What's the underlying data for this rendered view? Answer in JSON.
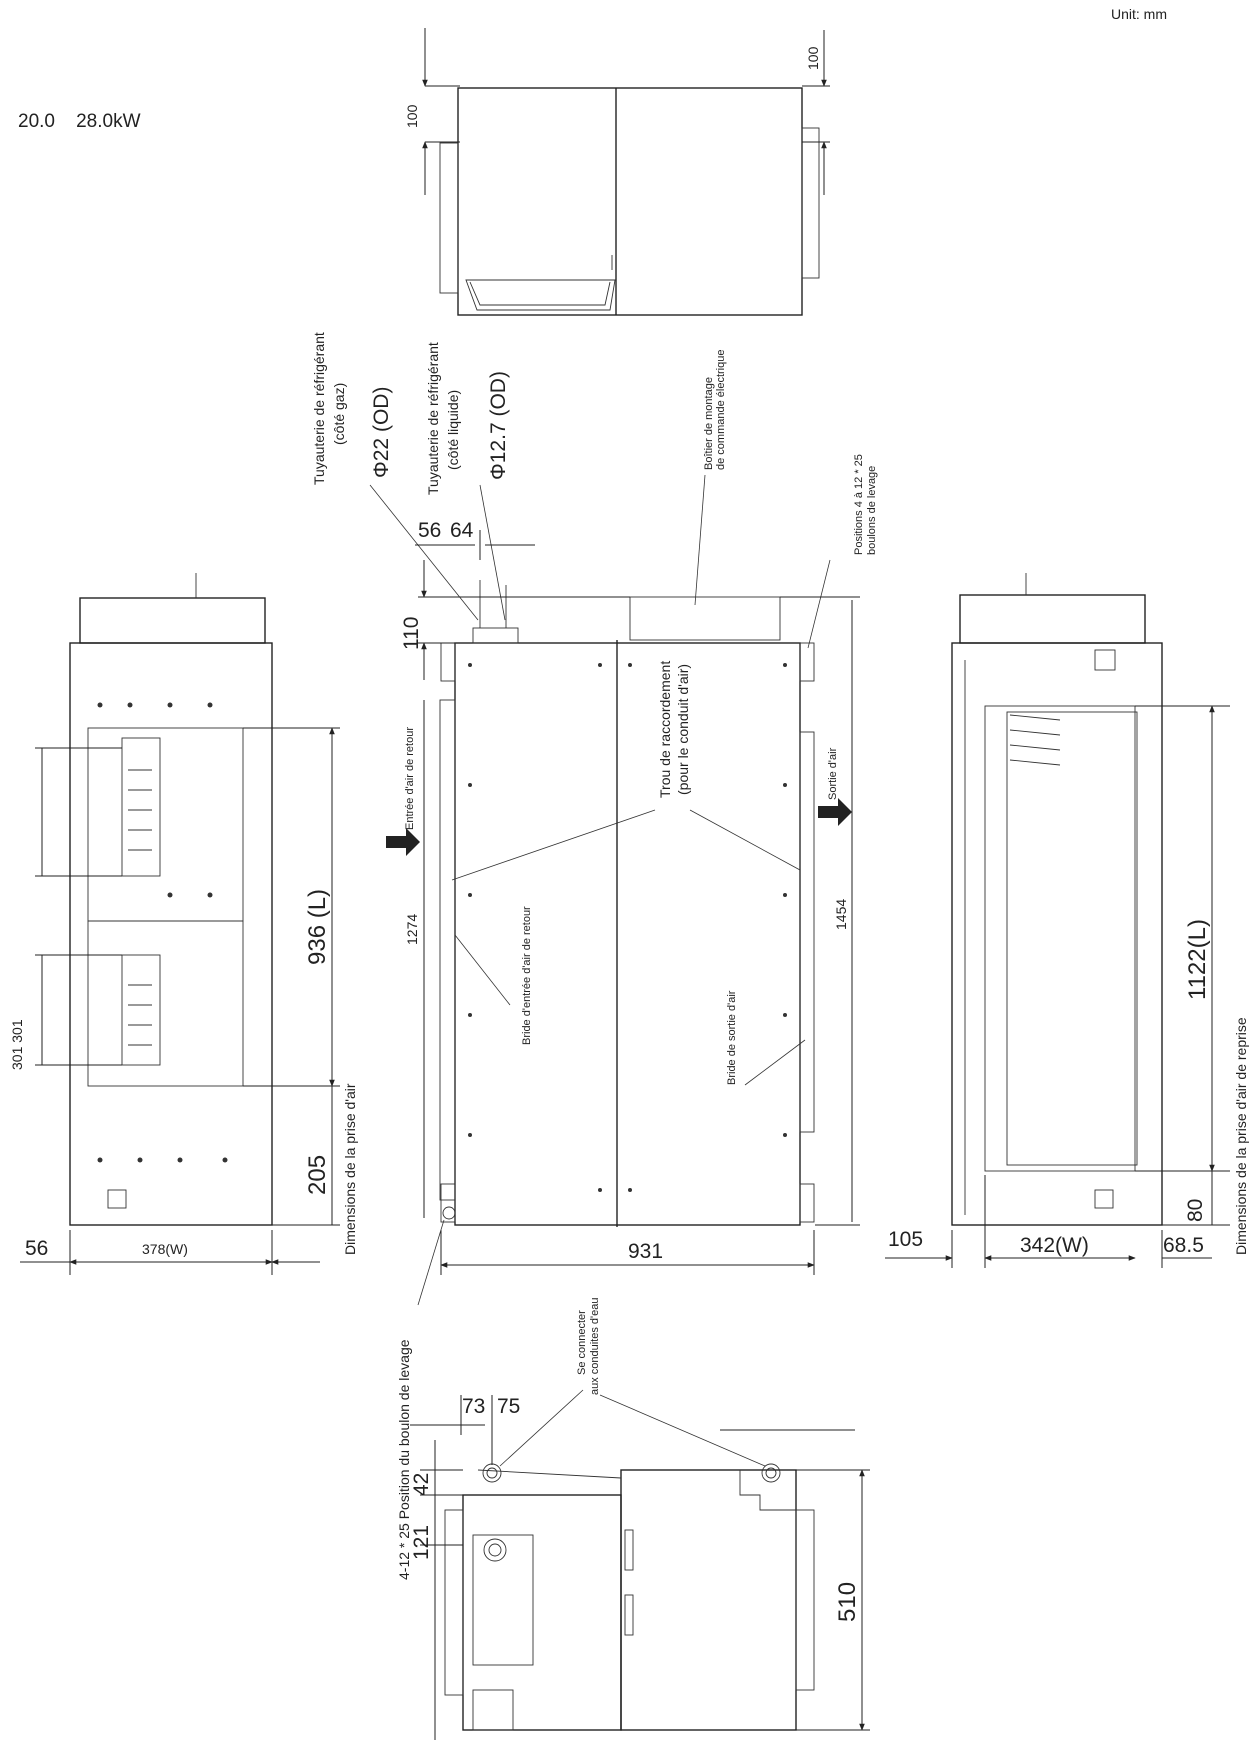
{
  "header": {
    "unit": "Unit: mm",
    "capacity": "20.0    28.0kW"
  },
  "labels": {
    "pipe_gas": "Tuyauterie de réfrigérant",
    "pipe_gas_sub": "(côté gaz)",
    "pipe_gas_size": "Φ22 (OD)",
    "pipe_liquid": "Tuyauterie de réfrigérant",
    "pipe_liquid_sub": "(côté liquide)",
    "pipe_liquid_size": "Φ12.7 (OD)",
    "control_box_1": "Boîtier de montage",
    "control_box_2": "de commande électrique",
    "lifting_bolts_1": "Positions 4 à 12 * 25",
    "lifting_bolts_2": "boulons de levage",
    "return_inlet": "Entrée d'air de retour",
    "supply_outlet": "Sortie d'air",
    "duct_hole_1": "Trou de raccordement",
    "duct_hole_2": "(pour le conduit d'air)",
    "return_flange": "Bride d'entrée d'air de retour",
    "outlet_flange": "Bride de sortie d'air",
    "intake_dims": "Dimensions de la prise d'air",
    "return_intake_dims": "Dimensions de la prise d'air de reprise",
    "bolt_position": "4-12 * 25 Position du boulon de levage",
    "water_conn_1": "Se connecter",
    "water_conn_2": "aux conduites d'eau"
  },
  "dimensions": {
    "top_100_left": "100",
    "top_100_right": "100",
    "d56": "56",
    "d64": "64",
    "d110": "110",
    "d1274": "1274",
    "d1454": "1454",
    "d931": "931",
    "left_936": "936 (L)",
    "left_205": "205",
    "left_301": "301 301",
    "left_56": "56",
    "left_378": "378(W)",
    "right_1122": "1122(L)",
    "right_80": "80",
    "right_105": "105",
    "right_342": "342(W)",
    "right_685": "68.5",
    "bot_73": "73",
    "bot_75": "75",
    "bot_42": "42",
    "bot_121": "121",
    "bot_510": "510"
  }
}
